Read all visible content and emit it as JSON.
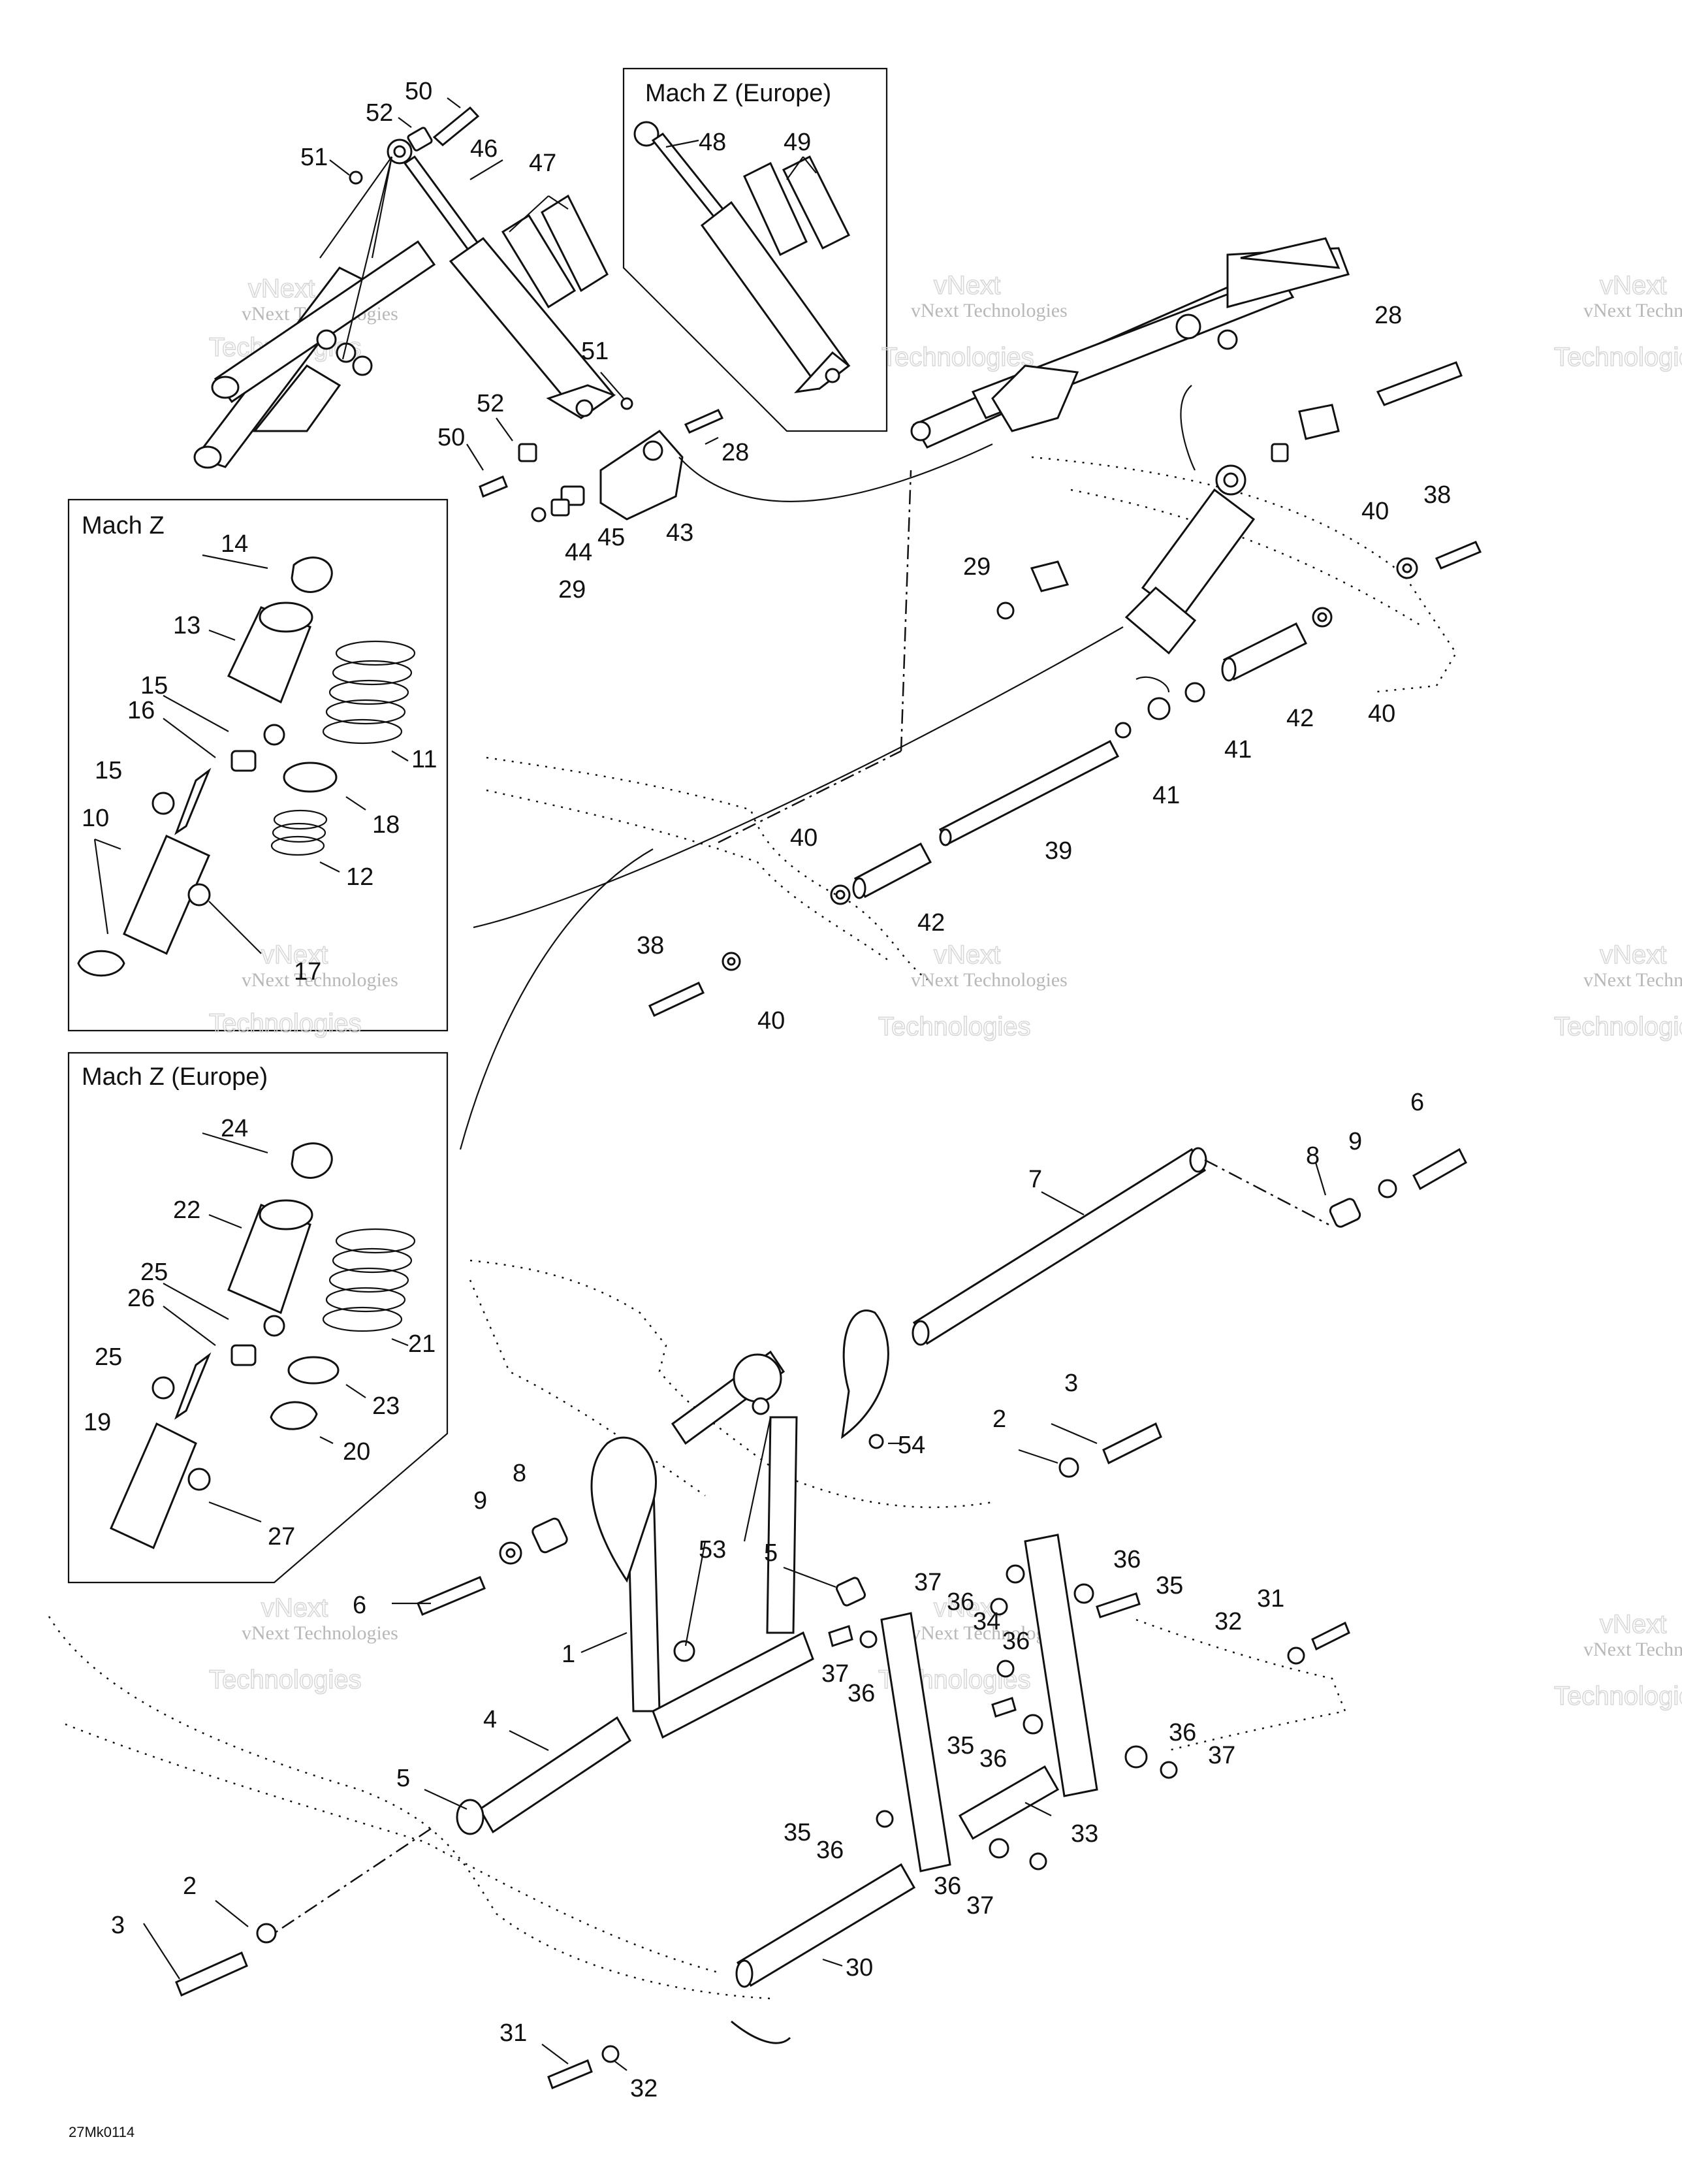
{
  "boxes": {
    "top": {
      "title": "Mach Z (Europe)"
    },
    "left_upper": {
      "title": "Mach Z"
    },
    "left_lower": {
      "title": "Mach Z (Europe)"
    }
  },
  "watermark": {
    "line1": "vNext Technologies",
    "line2": "vNext",
    "line3": "Technologies"
  },
  "figure_code": "27Mk0114",
  "callouts": [
    {
      "id": "c50a",
      "label": "50"
    },
    {
      "id": "c52a",
      "label": "52"
    },
    {
      "id": "c51a",
      "label": "51"
    },
    {
      "id": "c46",
      "label": "46"
    },
    {
      "id": "c47",
      "label": "47"
    },
    {
      "id": "c48",
      "label": "48"
    },
    {
      "id": "c49",
      "label": "49"
    },
    {
      "id": "c51b",
      "label": "51"
    },
    {
      "id": "c52b",
      "label": "52"
    },
    {
      "id": "c50b",
      "label": "50"
    },
    {
      "id": "c28a",
      "label": "28"
    },
    {
      "id": "c45",
      "label": "45"
    },
    {
      "id": "c44",
      "label": "44"
    },
    {
      "id": "c43",
      "label": "43"
    },
    {
      "id": "c29a",
      "label": "29"
    },
    {
      "id": "c28b",
      "label": "28"
    },
    {
      "id": "c40a",
      "label": "40"
    },
    {
      "id": "c38a",
      "label": "38"
    },
    {
      "id": "c29b",
      "label": "29"
    },
    {
      "id": "c40b",
      "label": "40"
    },
    {
      "id": "c42a",
      "label": "42"
    },
    {
      "id": "c41a",
      "label": "41"
    },
    {
      "id": "c41b",
      "label": "41"
    },
    {
      "id": "c39",
      "label": "39"
    },
    {
      "id": "c40c",
      "label": "40"
    },
    {
      "id": "c42b",
      "label": "42"
    },
    {
      "id": "c38b",
      "label": "38"
    },
    {
      "id": "c40d",
      "label": "40"
    },
    {
      "id": "c14",
      "label": "14"
    },
    {
      "id": "c13",
      "label": "13"
    },
    {
      "id": "c15a",
      "label": "15"
    },
    {
      "id": "c16",
      "label": "16"
    },
    {
      "id": "c11",
      "label": "11"
    },
    {
      "id": "c15b",
      "label": "15"
    },
    {
      "id": "c18",
      "label": "18"
    },
    {
      "id": "c10",
      "label": "10"
    },
    {
      "id": "c12",
      "label": "12"
    },
    {
      "id": "c17",
      "label": "17"
    },
    {
      "id": "c24",
      "label": "24"
    },
    {
      "id": "c22",
      "label": "22"
    },
    {
      "id": "c25a",
      "label": "25"
    },
    {
      "id": "c26",
      "label": "26"
    },
    {
      "id": "c21",
      "label": "21"
    },
    {
      "id": "c25b",
      "label": "25"
    },
    {
      "id": "c23",
      "label": "23"
    },
    {
      "id": "c19",
      "label": "19"
    },
    {
      "id": "c20",
      "label": "20"
    },
    {
      "id": "c27",
      "label": "27"
    },
    {
      "id": "c7",
      "label": "7"
    },
    {
      "id": "c6a",
      "label": "6"
    },
    {
      "id": "c8a",
      "label": "8"
    },
    {
      "id": "c9a",
      "label": "9"
    },
    {
      "id": "c3a",
      "label": "3"
    },
    {
      "id": "c2a",
      "label": "2"
    },
    {
      "id": "c54",
      "label": "54"
    },
    {
      "id": "c8b",
      "label": "8"
    },
    {
      "id": "c9b",
      "label": "9"
    },
    {
      "id": "c53",
      "label": "53"
    },
    {
      "id": "c5a",
      "label": "5"
    },
    {
      "id": "c6b",
      "label": "6"
    },
    {
      "id": "c37a",
      "label": "37"
    },
    {
      "id": "c36a",
      "label": "36"
    },
    {
      "id": "c36b",
      "label": "36"
    },
    {
      "id": "c35a",
      "label": "35"
    },
    {
      "id": "c34",
      "label": "34"
    },
    {
      "id": "c36c",
      "label": "36"
    },
    {
      "id": "c31a",
      "label": "31"
    },
    {
      "id": "c1",
      "label": "1"
    },
    {
      "id": "c37b",
      "label": "37"
    },
    {
      "id": "c36d",
      "label": "36"
    },
    {
      "id": "c32a",
      "label": "32"
    },
    {
      "id": "c4",
      "label": "4"
    },
    {
      "id": "c35b",
      "label": "35"
    },
    {
      "id": "c36e",
      "label": "36"
    },
    {
      "id": "c36f",
      "label": "36"
    },
    {
      "id": "c37c",
      "label": "37"
    },
    {
      "id": "c5b",
      "label": "5"
    },
    {
      "id": "c33",
      "label": "33"
    },
    {
      "id": "c35c",
      "label": "35"
    },
    {
      "id": "c36g",
      "label": "36"
    },
    {
      "id": "c2b",
      "label": "2"
    },
    {
      "id": "c36h",
      "label": "36"
    },
    {
      "id": "c37d",
      "label": "37"
    },
    {
      "id": "c3b",
      "label": "3"
    },
    {
      "id": "c30",
      "label": "30"
    },
    {
      "id": "c31b",
      "label": "31"
    },
    {
      "id": "c32b",
      "label": "32"
    }
  ]
}
